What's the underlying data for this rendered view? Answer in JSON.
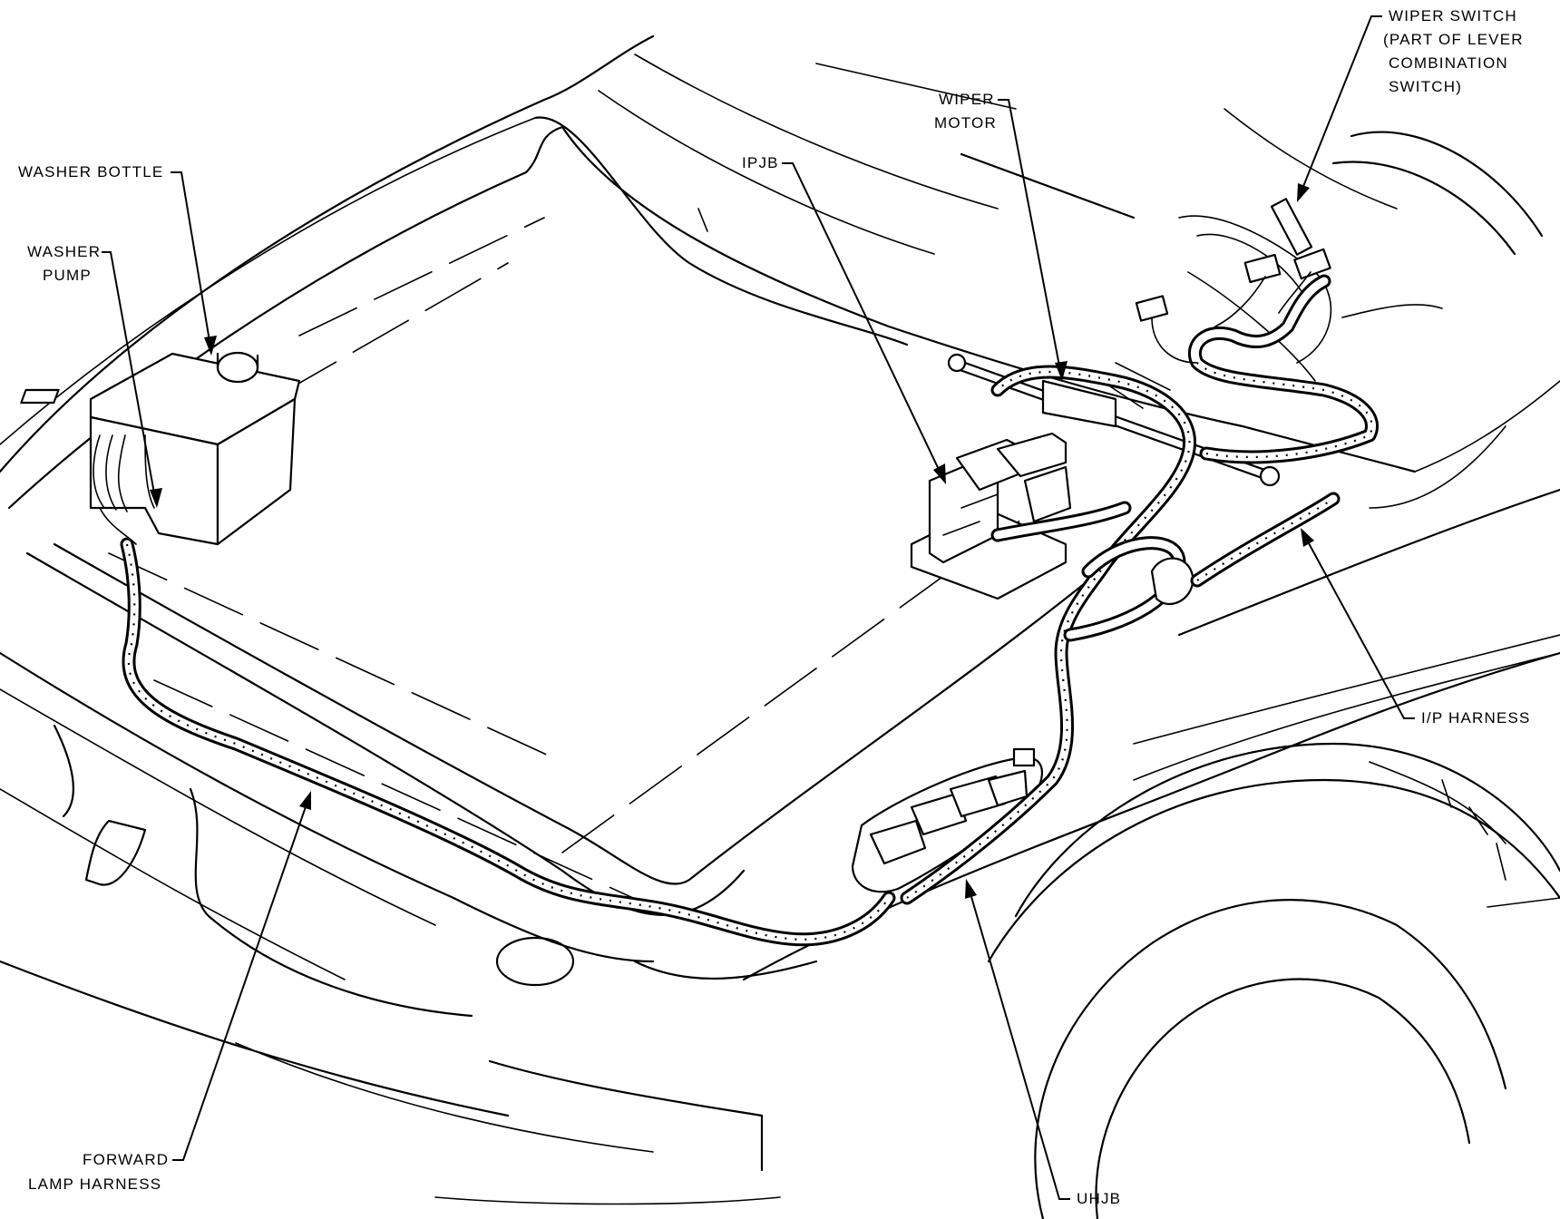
{
  "labels": {
    "washer_bottle": "WASHER BOTTLE",
    "washer_pump_1": "WASHER",
    "washer_pump_2": "PUMP",
    "ipjb": "IPJB",
    "wiper_motor_1": "WIPER",
    "wiper_motor_2": "MOTOR",
    "wiper_switch_1": "WIPER SWITCH",
    "wiper_switch_2": "(PART OF LEVER",
    "wiper_switch_3": "COMBINATION",
    "wiper_switch_4": "SWITCH)",
    "ip_harness": "I/P HARNESS",
    "forward_lamp_1": "FORWARD",
    "forward_lamp_2": "LAMP HARNESS",
    "uhjb": "UHJB"
  },
  "colors": {
    "ink": "#000000",
    "paper": "#ffffff"
  }
}
